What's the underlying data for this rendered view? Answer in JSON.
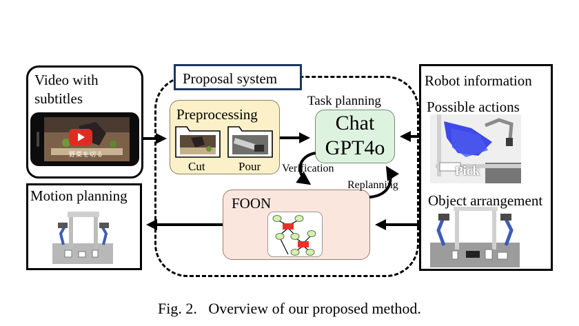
{
  "video_box": {
    "title_line1": "Video with",
    "title_line2": "subtitles",
    "subtitle_jp": "野菜を切る"
  },
  "proposal": {
    "label": "Proposal system"
  },
  "preprocessing": {
    "title": "Preprocessing",
    "cut_label": "Cut",
    "pour_label": "Pour"
  },
  "task_planning": {
    "label": "Task planning",
    "chat_line1": "Chat",
    "chat_line2": "GPT4o"
  },
  "loop": {
    "verification": "Verification",
    "replanning": "Replanning"
  },
  "foon": {
    "title": "FOON"
  },
  "robot_info": {
    "title": "Robot information",
    "possible_actions": "Possible actions",
    "pick_label": "Pick",
    "object_arrangement": "Object arrangement"
  },
  "motion": {
    "title": "Motion planning"
  },
  "caption": {
    "text": "Fig. 2.   Overview of our proposed method."
  },
  "colors": {
    "preprocessing_fill": "#fbf0c8",
    "chatgpt_fill": "#def3df",
    "foon_fill": "#fbe6de",
    "graph_red": "#e8312a",
    "graph_node": "#d6efb4",
    "robot_blue": "#2a36e6"
  }
}
